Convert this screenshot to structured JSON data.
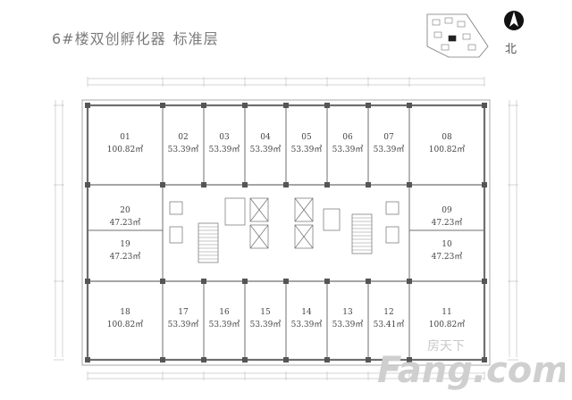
{
  "header": {
    "title": "6#楼双创孵化器",
    "subtitle": "标准层",
    "north_label": "北"
  },
  "units": [
    {
      "no": "01",
      "area": "100.82㎡"
    },
    {
      "no": "02",
      "area": "53.39㎡"
    },
    {
      "no": "03",
      "area": "53.39㎡"
    },
    {
      "no": "04",
      "area": "53.39㎡"
    },
    {
      "no": "05",
      "area": "53.39㎡"
    },
    {
      "no": "06",
      "area": "53.39㎡"
    },
    {
      "no": "07",
      "area": "53.39㎡"
    },
    {
      "no": "08",
      "area": "100.82㎡"
    },
    {
      "no": "20",
      "area": "47.23㎡"
    },
    {
      "no": "09",
      "area": "47.23㎡"
    },
    {
      "no": "19",
      "area": "47.23㎡"
    },
    {
      "no": "10",
      "area": "47.23㎡"
    },
    {
      "no": "18",
      "area": "100.82㎡"
    },
    {
      "no": "17",
      "area": "53.39㎡"
    },
    {
      "no": "16",
      "area": "53.39㎡"
    },
    {
      "no": "15",
      "area": "53.39㎡"
    },
    {
      "no": "14",
      "area": "53.39㎡"
    },
    {
      "no": "13",
      "area": "53.39㎡"
    },
    {
      "no": "12",
      "area": "53.41㎡"
    },
    {
      "no": "11",
      "area": "100.82㎡"
    }
  ],
  "watermark": {
    "text": "Fang.com",
    "brand": "房天下"
  },
  "colors": {
    "line": "#6f6f6f",
    "text": "#444444",
    "watermark": "#c8c8c8"
  }
}
